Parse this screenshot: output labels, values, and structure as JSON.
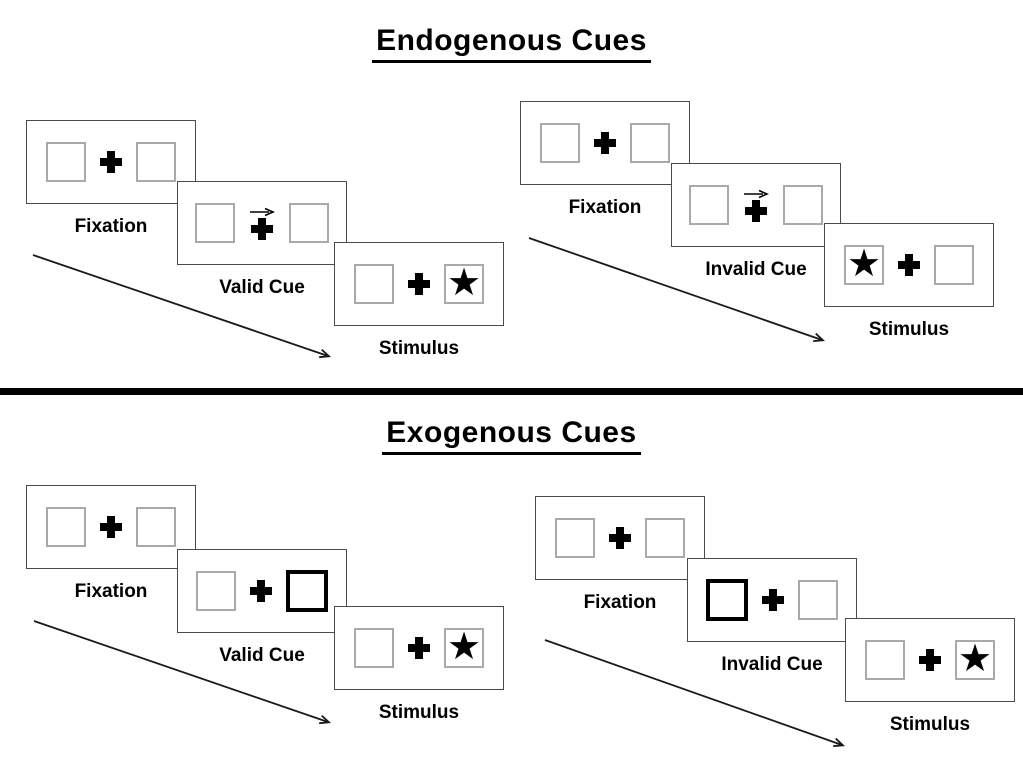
{
  "sections": [
    {
      "title": "Endogenous Cues",
      "trials": [
        {
          "type": "valid",
          "panels": [
            {
              "label": "Fixation"
            },
            {
              "label": "Valid Cue"
            },
            {
              "label": "Stimulus"
            }
          ]
        },
        {
          "type": "invalid",
          "panels": [
            {
              "label": "Fixation"
            },
            {
              "label": "Invalid Cue"
            },
            {
              "label": "Stimulus"
            }
          ]
        }
      ]
    },
    {
      "title": "Exogenous Cues",
      "trials": [
        {
          "type": "valid",
          "panels": [
            {
              "label": "Fixation"
            },
            {
              "label": "Valid Cue"
            },
            {
              "label": "Stimulus"
            }
          ]
        },
        {
          "type": "invalid",
          "panels": [
            {
              "label": "Fixation"
            },
            {
              "label": "Invalid Cue"
            },
            {
              "label": "Stimulus"
            }
          ]
        }
      ]
    }
  ],
  "glyphs": {
    "star": "★",
    "fixation_cross": "+",
    "cue_arrow_direction": "right"
  },
  "colors": {
    "ink": "#000000",
    "panel_border": "#4a4a4a",
    "placeholder_square_border": "#a9a9a9",
    "highlight_square_border": "#000000"
  }
}
